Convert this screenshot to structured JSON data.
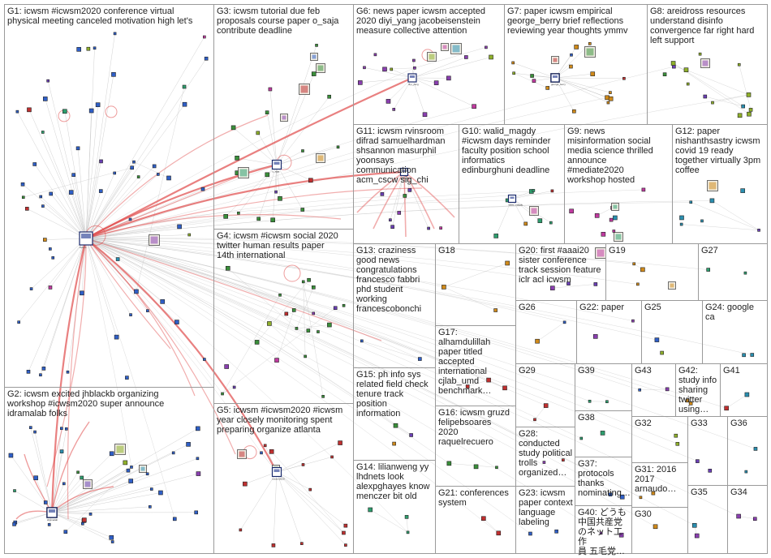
{
  "groups": [
    {
      "id": "G1",
      "label": "G1: icwsm #icwsm2020 conference virtual\nphysical meeting canceled motivation high let's",
      "color": "#2f5fc7"
    },
    {
      "id": "G2",
      "label": "G2: icwsm excited jhblackb organizing\nworkshop #icwsm2020 super announce\nidramalab folks",
      "color": "#2f5fc7"
    },
    {
      "id": "G3",
      "label": "G3: icwsm tutorial due feb\nproposals course paper o_saja\ncontribute deadline",
      "color": "#3a8f3a"
    },
    {
      "id": "G4",
      "label": "G4: icwsm #icwsm social 2020\ntwitter human results paper\n14th international",
      "color": "#3a8f3a"
    },
    {
      "id": "G5",
      "label": "G5: icwsm #icwsm2020 #icwsm\nyear closely monitoring spent\npreparing organize atlanta",
      "color": "#c03030"
    },
    {
      "id": "G6",
      "label": "G6: news paper icwsm accepted\n2020 diyi_yang jacobeisenstein\nmeasure collective attention",
      "color": "#8a3fb0"
    },
    {
      "id": "G7",
      "label": "G7: paper icwsm empirical\ngeorge_berry brief reflections\nreviewing year thoughts ymmv",
      "color": "#d08a1a"
    },
    {
      "id": "G8",
      "label": "G8: areidross resources\nunderstand disinfo\nconvergence far right hard\nleft support",
      "color": "#8fb02a"
    },
    {
      "id": "G9",
      "label": "G9: news\nmisinformation social\nmedia science thrilled\nannounce\n#mediate2020\nworkshop hosted",
      "color": "#c03aa0"
    },
    {
      "id": "G10",
      "label": "G10: walid_magdy\n#icwsm days reminder\nfaculty position school\ninformatics\nedinburghuni deadline",
      "color": "#2e9e6e"
    },
    {
      "id": "G11",
      "label": "G11: icwsm rvinsroom\ndifrad samuelhardman\nshsannon masurphil\nyoonsays\ncommunication\nacm_cscw sig_chi",
      "color": "#6a3fb5"
    },
    {
      "id": "G12",
      "label": "G12: paper\nnishanthsastry icwsm\ncovid 19 ready\ntogether virtually 3pm\ncoffee",
      "color": "#2a8fb0"
    },
    {
      "id": "G13",
      "label": "G13: craziness\ngood news\ncongratulations\nfrancesco fabbri\nphd student\nworking\nfrancescobonchi",
      "color": "#2f5fc7"
    },
    {
      "id": "G14",
      "label": "G14: lilianweng yy\nlhdnets look\nalexpghayes know\nmenczer bit old",
      "color": "#2e9e6e"
    },
    {
      "id": "G15",
      "label": "G15: ph info sys\nrelated field check\ntenure track\nposition\ninformation",
      "color": "#3a8f3a"
    },
    {
      "id": "G16",
      "label": "G16: icwsm gruzd\nfelipebsoares\n2020\nraquelrecuero",
      "color": "#3a8f3a"
    },
    {
      "id": "G17",
      "label": "G17:\nalhamdulillah\npaper titled\naccepted\ninternational\ncjlab_umd\nbenchmark…",
      "color": "#c03030"
    },
    {
      "id": "G18",
      "label": "G18",
      "color": "#d08a1a"
    },
    {
      "id": "G19",
      "label": "G19",
      "color": "#d08a1a"
    },
    {
      "id": "G20",
      "label": "G20: first #aaai20\nsister conference\ntrack session feature\niclr acl icwsm",
      "color": "#8fb02a"
    },
    {
      "id": "G21",
      "label": "G21: conferences\nsystem",
      "color": "#c03030"
    },
    {
      "id": "G22",
      "label": "G22: paper",
      "color": "#8a3fb0"
    },
    {
      "id": "G23",
      "label": "G23: icwsm\npaper context\nlanguage\nlabeling",
      "color": "#2f5fc7"
    },
    {
      "id": "G24",
      "label": "G24: google\nca",
      "color": "#2a8fb0"
    },
    {
      "id": "G25",
      "label": "G25",
      "color": "#2f5fc7"
    },
    {
      "id": "G26",
      "label": "G26",
      "color": "#2f5fc7"
    },
    {
      "id": "G27",
      "label": "G27",
      "color": "#2e9e6e"
    },
    {
      "id": "G28",
      "label": "G28:\nconducted\nstudy political\ntrolls\norganized…",
      "color": "#c03030"
    },
    {
      "id": "G29",
      "label": "G29",
      "color": "#c03030"
    },
    {
      "id": "G30",
      "label": "G30",
      "color": "#d08a1a"
    },
    {
      "id": "G31",
      "label": "G31: 2016\n2017\narnaudo…",
      "color": "#d08a1a"
    },
    {
      "id": "G32",
      "label": "G32",
      "color": "#8fb02a"
    },
    {
      "id": "G33",
      "label": "G33",
      "color": "#8a3fb0"
    },
    {
      "id": "G34",
      "label": "G34",
      "color": "#8a3fb0"
    },
    {
      "id": "G35",
      "label": "G35",
      "color": "#8a3fb0"
    },
    {
      "id": "G36",
      "label": "G36",
      "color": "#2a8fb0"
    },
    {
      "id": "G37",
      "label": "G37:\nprotocols\nthanks\nnominating…",
      "color": "#2f5fc7"
    },
    {
      "id": "G38",
      "label": "G38",
      "color": "#2e9e6e"
    },
    {
      "id": "G39",
      "label": "G39",
      "color": "#2e9e6e"
    },
    {
      "id": "G40",
      "label": "G40: どうも\n中国共産党\nのネット工作\n員 五毛党…",
      "color": "#8a3fb0"
    },
    {
      "id": "G41",
      "label": "G41",
      "color": "#c03030"
    },
    {
      "id": "G42",
      "label": "G42:\nstudy info\nsharing\ntwitter\nusing…",
      "color": "#d08a1a"
    },
    {
      "id": "G43",
      "label": "G43",
      "color": "#d08a1a"
    }
  ],
  "hubs": [
    {
      "group": "G1",
      "label": "icwsm"
    },
    {
      "group": "G2",
      "label": "idramalab"
    },
    {
      "group": "G3",
      "label": "o_saja"
    },
    {
      "group": "G5",
      "label": "icwsm2020"
    },
    {
      "group": "G6",
      "label": "diyi_yang"
    },
    {
      "group": "G7",
      "label": "george_berry"
    },
    {
      "group": "G10",
      "label": "walid_magdy"
    },
    {
      "group": "G11",
      "label": "rvinsroom"
    }
  ],
  "edge_color": "#e04a4a",
  "gray_edge_color": "#bdbdbd"
}
